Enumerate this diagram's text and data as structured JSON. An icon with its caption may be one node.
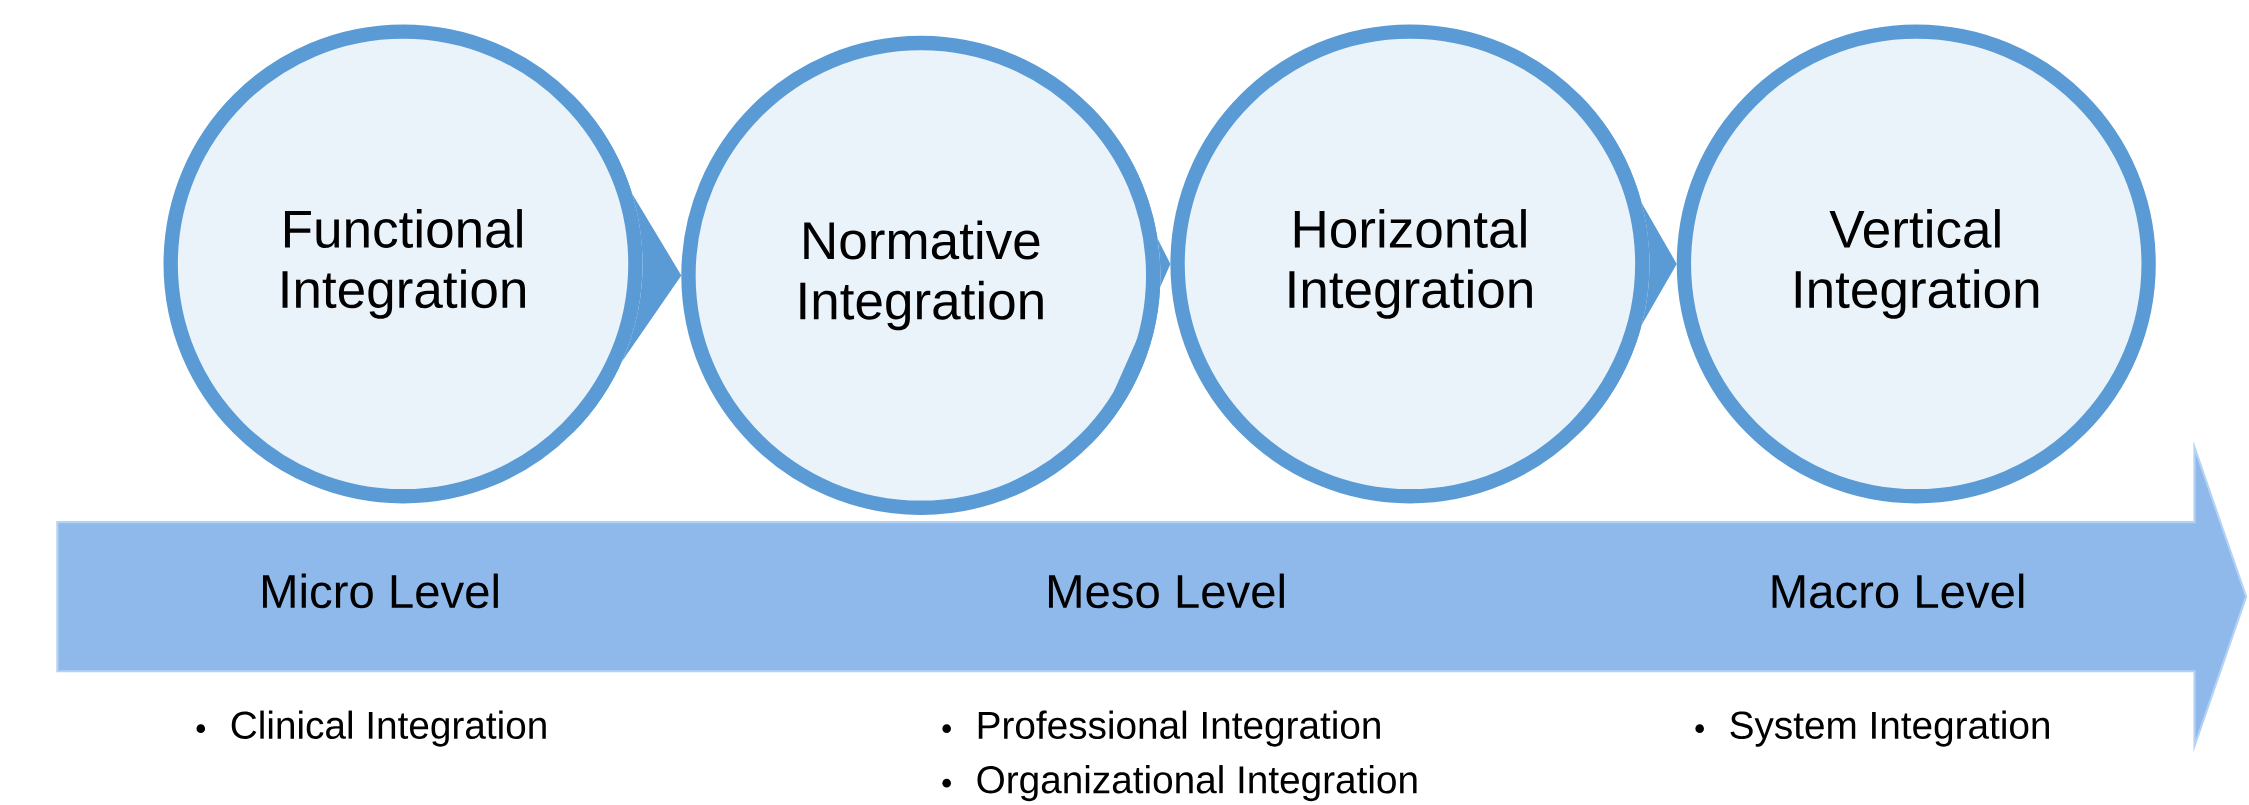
{
  "diagram": {
    "nodes": [
      {
        "text": [
          "Functional Integration"
        ]
      },
      {
        "text": [
          "Normative Integration"
        ]
      },
      {
        "text": [
          "Horizontal Integration"
        ]
      },
      {
        "text": [
          "Vertical Integration"
        ]
      },
      {
        "text": [
          "Micro Level",
          "Meso Level",
          "Macro Level"
        ]
      }
    ],
    "edges": [
      {
        "from": 0,
        "to": 1,
        "arrow": "to"
      },
      {
        "from": 1,
        "to": 2,
        "arrow": "to"
      },
      {
        "from": 2,
        "to": 3,
        "arrow": "to"
      }
    ],
    "labels": [
      "Clinical Integration",
      "Professional Integration",
      "Organizational Integration",
      "System Integration"
    ]
  }
}
